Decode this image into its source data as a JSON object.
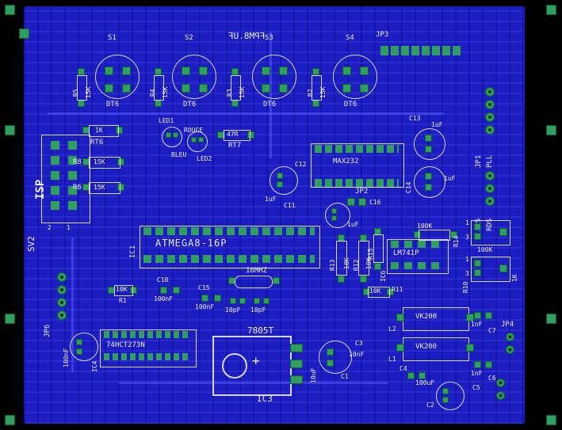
{
  "board": {
    "mirrored_label": "FPM8.UF"
  },
  "switches": [
    {
      "ref": "S1",
      "fp": "DT6"
    },
    {
      "ref": "S2",
      "fp": "DT6"
    },
    {
      "ref": "S3",
      "fp": "DT6"
    },
    {
      "ref": "S4",
      "fp": "DT6"
    }
  ],
  "sw_res": [
    {
      "ref": "R5",
      "value": "15K"
    },
    {
      "ref": "R4",
      "value": "15K"
    },
    {
      "ref": "R3",
      "value": "15K"
    },
    {
      "ref": "R2",
      "value": "15K"
    }
  ],
  "top_header": {
    "label": "JP3"
  },
  "isp": {
    "title": "ISP",
    "ref": "SV2",
    "pin2": "2",
    "pin1": "1"
  },
  "left_res": {
    "rt6": "RT6",
    "rt6_v": "1K",
    "r8": "R8",
    "r8_v": "15K",
    "r6": "R6",
    "r6_v": "15K"
  },
  "leds": {
    "led1": "LED1",
    "rouge": "ROUGE",
    "bleu": "BLEU",
    "led2": "LED2",
    "rt7": "RT7",
    "rt7_v": "47R"
  },
  "serial": {
    "part": "MAX232",
    "c12": "C12",
    "c11": "C11",
    "c11_v": "1uF",
    "jp2": "JP2",
    "c16": "C16",
    "c16_v": "1uF"
  },
  "caps_right": {
    "c13": "C13",
    "c13_v": "1uF",
    "c14": "C14",
    "c14_v": "1uF"
  },
  "side_headers": {
    "jp1": "JP1",
    "pll": "PLL",
    "jp5": "JP5",
    "rds": "RDS"
  },
  "mcu": {
    "ref": "IC1",
    "part": "ATMEGA8-16P",
    "xtal": "16MHZ"
  },
  "decoupling": {
    "c10": "C10",
    "c10_v": "100nF",
    "r1": "R1",
    "r1_v": "10K",
    "c15": "C15",
    "c15_v": "100nF",
    "cxa_v": "10pF",
    "cxb_v": "10pF"
  },
  "analog": {
    "r13": "R13",
    "r13_v": "10K",
    "r12": "R12",
    "r12_v": "10K",
    "r15": "R15",
    "r14": "R14",
    "r14_v": "100K",
    "ic6": "IC6",
    "part": "LM741P",
    "r11": "R11",
    "r11_v": "10K",
    "r10": "R10",
    "trim1_v": "100K",
    "trim2_v": "1K",
    "pin1": "1",
    "pin3": "3"
  },
  "logic": {
    "jp6": "JP6",
    "c9_v": "100nF",
    "ic4": "IC4",
    "part": "74HCT273N"
  },
  "power": {
    "part": "7805T",
    "ref": "IC3",
    "plus": "+",
    "c1": "C1",
    "c1_v": "10uF",
    "c3": "C3",
    "c3_v": "10nF"
  },
  "output": {
    "choke1": "VK200",
    "choke2": "VK200",
    "l2": "L2",
    "l1": "L1",
    "c7": "C7",
    "c7_v": "1nF",
    "c6": "C6",
    "c6_v": "1nF",
    "c4": "C4",
    "c4_v": "100uF",
    "c5": "C5",
    "c2": "C2",
    "jp4": "JP4"
  }
}
